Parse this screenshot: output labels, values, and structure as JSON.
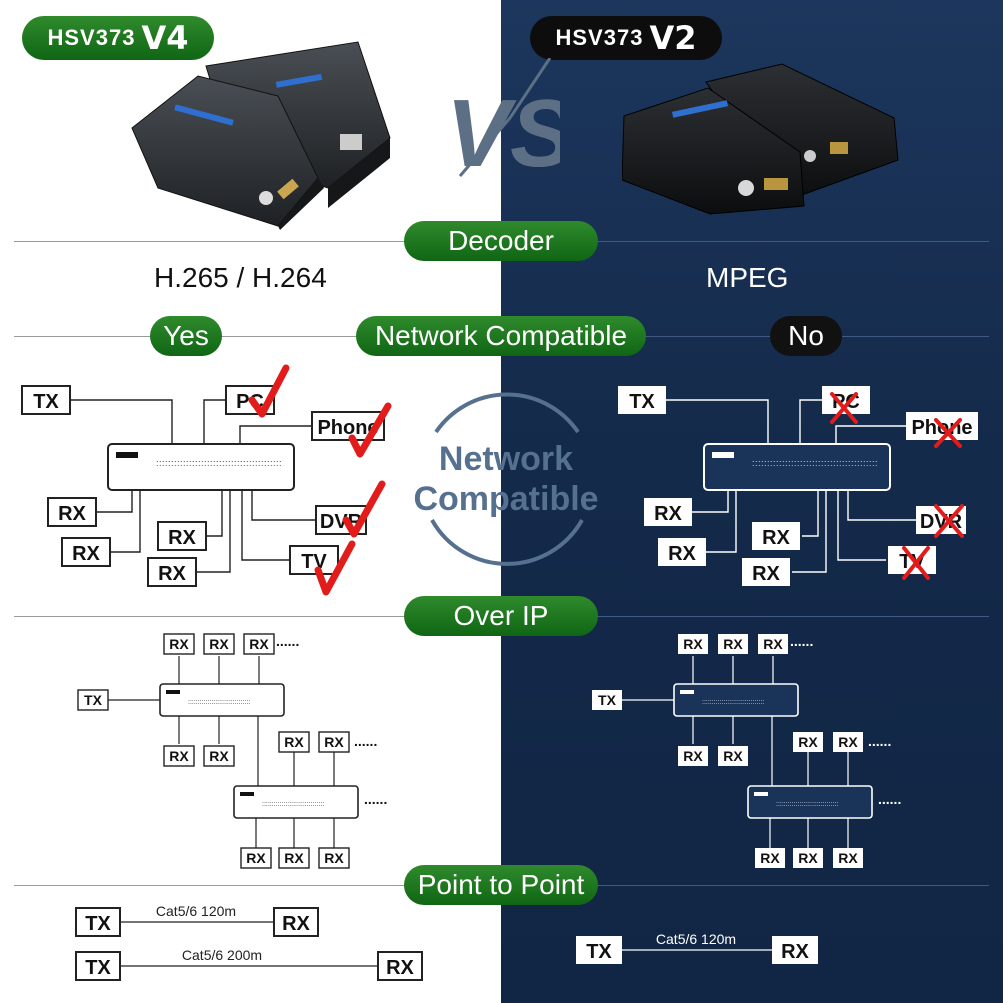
{
  "left": {
    "model": "HSV373",
    "version": "V4",
    "codec": "H.265 / H.264",
    "network_answer": "Yes"
  },
  "right": {
    "model": "HSV373",
    "version": "V2",
    "codec": "MPEG",
    "network_answer": "No"
  },
  "vs_text": "VS",
  "sections": {
    "decoder": "Decoder",
    "network": "Network Compatible",
    "over_ip": "Over IP",
    "point_to_point": "Point to Point"
  },
  "center_badge": {
    "line1": "Network",
    "line2": "Compatible"
  },
  "devices": {
    "tx": "TX",
    "rx": "RX",
    "pc": "PC",
    "phone": "Phone",
    "dvr": "DVR",
    "tv": "TV"
  },
  "over_ip_more": "......",
  "cables": {
    "cat_120": "Cat5/6 120m",
    "cat_200": "Cat5/6 200m"
  },
  "colors": {
    "green": "#1f7a22",
    "red": "#e21b1b",
    "navy": "#1a3358"
  }
}
